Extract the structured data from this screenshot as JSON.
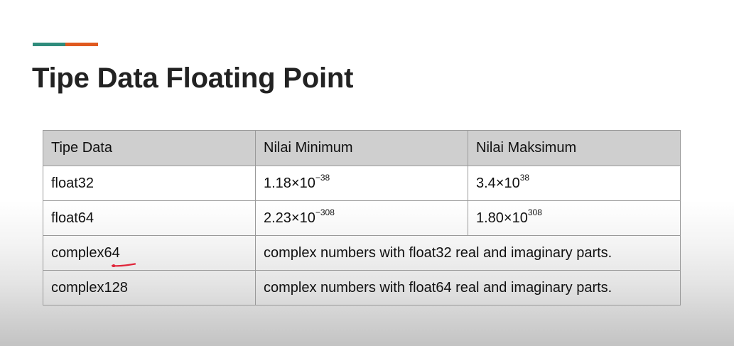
{
  "slide": {
    "title": "Tipe Data Floating Point",
    "accent_colors": [
      "#2f8c7c",
      "#e0591f"
    ]
  },
  "table": {
    "headers": [
      "Tipe Data",
      "Nilai Minimum",
      "Nilai Maksimum"
    ],
    "rows": [
      {
        "type": "float32",
        "min": {
          "mantissa": "1.18×10",
          "exponent": "−38"
        },
        "max": {
          "mantissa": "3.4×10",
          "exponent": "38"
        }
      },
      {
        "type": "float64",
        "min": {
          "mantissa": "2.23×10",
          "exponent": "−308"
        },
        "max": {
          "mantissa": "1.80×10",
          "exponent": "308"
        }
      },
      {
        "type": "complex64",
        "description": "complex numbers with float32 real and imaginary parts."
      },
      {
        "type": "complex128",
        "description": "complex numbers with float64 real and imaginary parts."
      }
    ]
  },
  "annotation": {
    "pen_mark_color": "#e0253a"
  }
}
